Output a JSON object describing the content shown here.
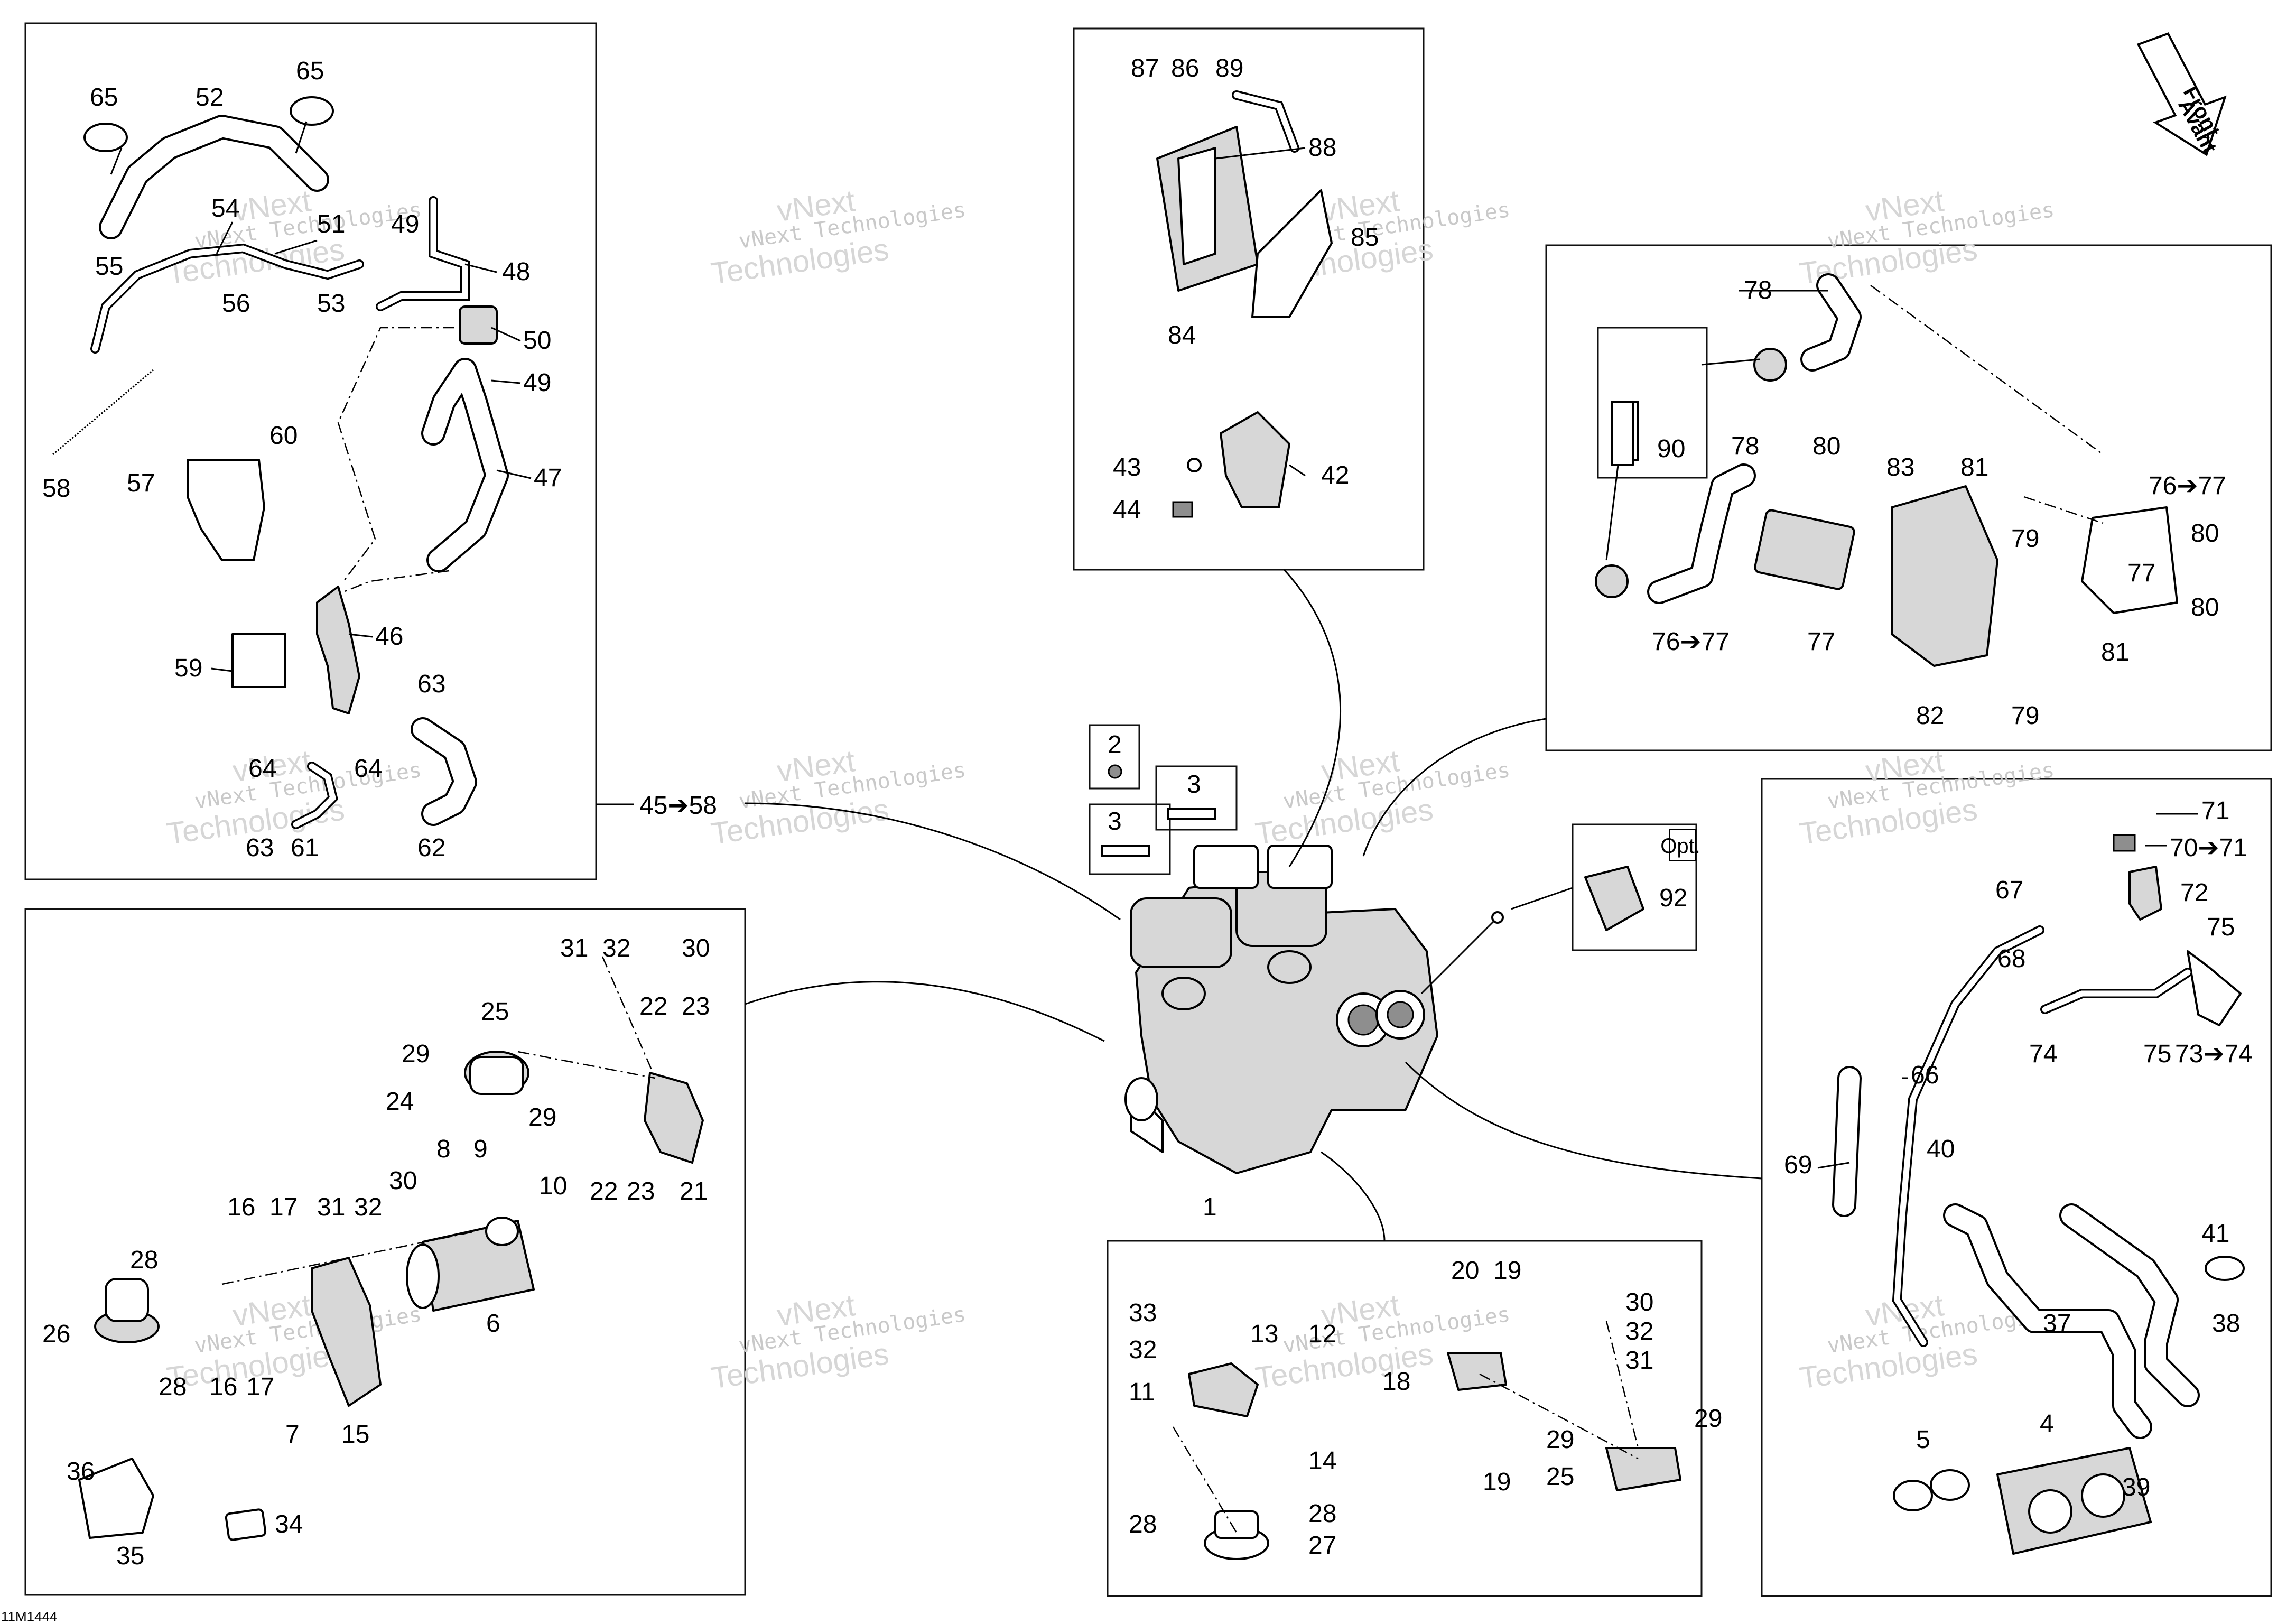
{
  "drawing_code": "11M1444",
  "watermark": {
    "line1": "vNext Technologies",
    "line2": "vNext",
    "line3": "Technologies"
  },
  "front_arrow": {
    "line1": "Front",
    "line2": "Avant"
  },
  "option_tag": "Opt.",
  "callouts": {
    "c1": "1",
    "c2": "2",
    "c3a": "3",
    "c3b": "3",
    "c4": "4",
    "c5": "5",
    "c6": "6",
    "c7": "7",
    "c8": "8",
    "c9": "9",
    "c10": "10",
    "c11": "11",
    "c12": "12",
    "c13": "13",
    "c14": "14",
    "c15": "15",
    "c16a": "16",
    "c16b": "16",
    "c17a": "17",
    "c17b": "17",
    "c18": "18",
    "c19a": "19",
    "c19b": "19",
    "c20": "20",
    "c21": "21",
    "c22a": "22",
    "c22b": "22",
    "c23a": "23",
    "c23b": "23",
    "c24": "24",
    "c25a": "25",
    "c25b": "25",
    "c26": "26",
    "c27": "27",
    "c28a": "28",
    "c28b": "28",
    "c28c": "28",
    "c28d": "28",
    "c29a": "29",
    "c29b": "29",
    "c29c": "29",
    "c29d": "29",
    "c30a": "30",
    "c30b": "30",
    "c30c": "30",
    "c31a": "31",
    "c31b": "31",
    "c31c": "31",
    "c32a": "32",
    "c32b": "32",
    "c32c": "32",
    "c32d": "32",
    "c33": "33",
    "c34": "34",
    "c35": "35",
    "c36": "36",
    "c37": "37",
    "c38": "38",
    "c39": "39",
    "c40": "40",
    "c41": "41",
    "c42": "42",
    "c43": "43",
    "c44": "44",
    "c45_58": "45➔58",
    "c46": "46",
    "c47": "47",
    "c48": "48",
    "c49a": "49",
    "c49b": "49",
    "c50": "50",
    "c51": "51",
    "c52": "52",
    "c53": "53",
    "c54": "54",
    "c55": "55",
    "c56": "56",
    "c57": "57",
    "c58": "58",
    "c59": "59",
    "c60": "60",
    "c61": "61",
    "c62": "62",
    "c63a": "63",
    "c63b": "63",
    "c64a": "64",
    "c64b": "64",
    "c65a": "65",
    "c65b": "65",
    "c66": "66",
    "c67": "67",
    "c68": "68",
    "c69": "69",
    "c70_71": "70➔71",
    "c71": "71",
    "c72": "72",
    "c73_74": "73➔74",
    "c74": "74",
    "c75a": "75",
    "c75b": "75",
    "c76_77a": "76➔77",
    "c76_77b": "76➔77",
    "c77a": "77",
    "c77b": "77",
    "c78a": "78",
    "c78b": "78",
    "c79a": "79",
    "c79b": "79",
    "c80a": "80",
    "c80b": "80",
    "c80c": "80",
    "c81a": "81",
    "c81b": "81",
    "c82": "82",
    "c83": "83",
    "c84": "84",
    "c85": "85",
    "c86": "86",
    "c87": "87",
    "c88": "88",
    "c89": "89",
    "c90": "90",
    "c92": "92"
  },
  "colors": {
    "line": "#000000",
    "part_fill": "#d7d7d7",
    "watermark": "#c9c9c9"
  }
}
